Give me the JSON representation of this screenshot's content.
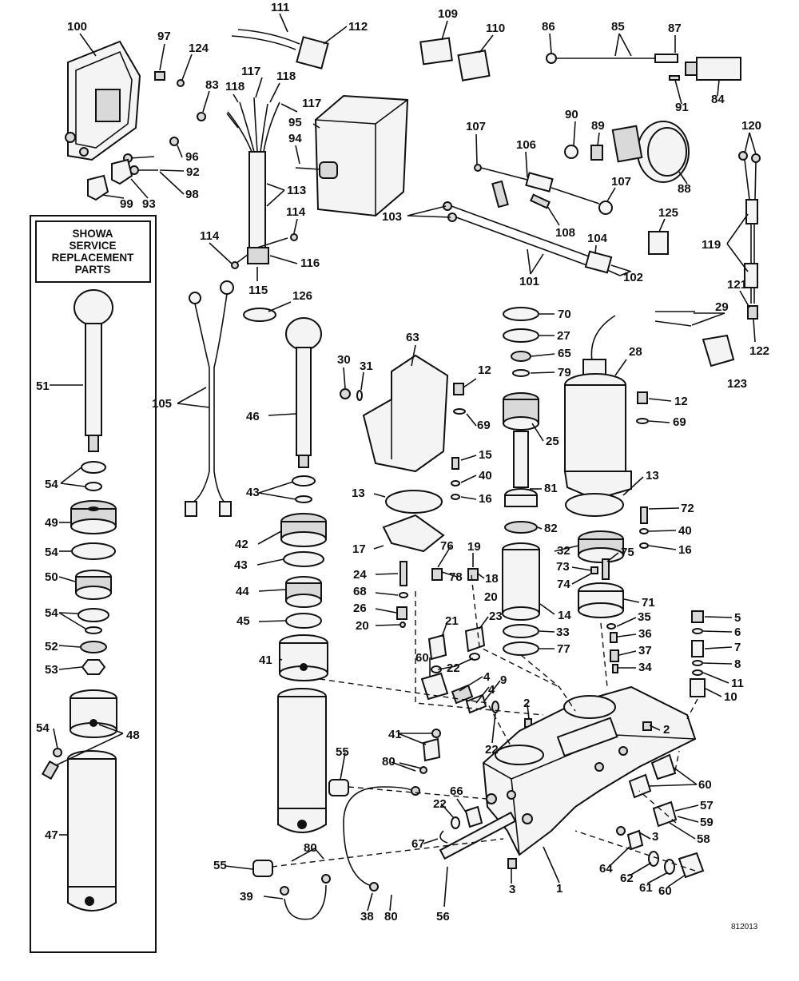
{
  "diagram": {
    "inset_box_title": [
      "SHOWA",
      "SERVICE",
      "REPLACEMENT",
      "PARTS"
    ],
    "drawing_number": "812013",
    "callouts": [
      "1",
      "2",
      "2",
      "3",
      "3",
      "4",
      "4",
      "5",
      "6",
      "7",
      "8",
      "9",
      "10",
      "11",
      "12",
      "12",
      "13",
      "13",
      "14",
      "15",
      "16",
      "16",
      "17",
      "18",
      "19",
      "20",
      "20",
      "21",
      "22",
      "22",
      "22",
      "23",
      "24",
      "25",
      "26",
      "27",
      "28",
      "29",
      "30",
      "31",
      "32",
      "33",
      "34",
      "35",
      "36",
      "37",
      "38",
      "39",
      "40",
      "40",
      "41",
      "41",
      "42",
      "43",
      "43",
      "44",
      "45",
      "46",
      "47",
      "48",
      "49",
      "50",
      "51",
      "52",
      "53",
      "54",
      "54",
      "54",
      "54",
      "55",
      "55",
      "56",
      "57",
      "58",
      "59",
      "60",
      "60",
      "60",
      "61",
      "62",
      "63",
      "64",
      "65",
      "66",
      "67",
      "68",
      "69",
      "69",
      "70",
      "71",
      "72",
      "73",
      "74",
      "75",
      "76",
      "77",
      "78",
      "79",
      "80",
      "80",
      "80",
      "81",
      "82",
      "83",
      "84",
      "85",
      "86",
      "87",
      "88",
      "89",
      "90",
      "91",
      "92",
      "93",
      "94",
      "95",
      "96",
      "97",
      "98",
      "99",
      "100",
      "101",
      "102",
      "103",
      "104",
      "105",
      "106",
      "107",
      "107",
      "108",
      "109",
      "110",
      "111",
      "112",
      "113",
      "114",
      "114",
      "115",
      "116",
      "117",
      "117",
      "118",
      "118",
      "119",
      "120",
      "121",
      "122",
      "123",
      "124",
      "125",
      "126"
    ]
  }
}
